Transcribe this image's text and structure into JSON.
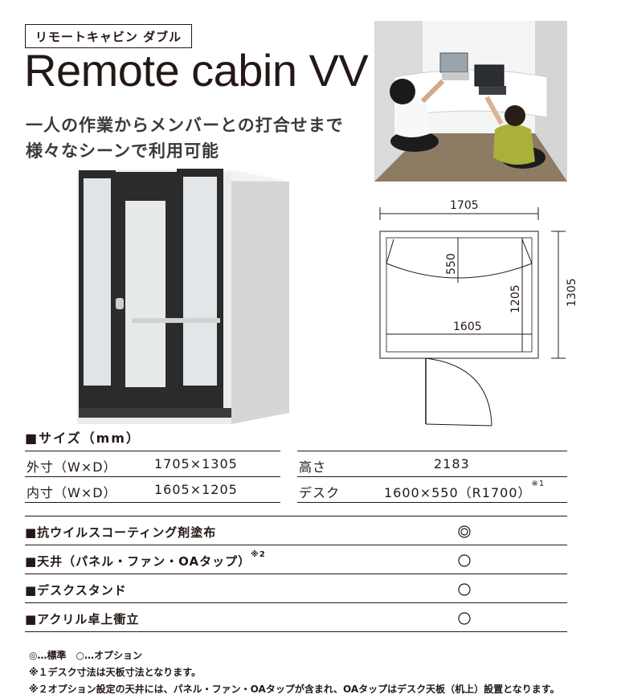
{
  "badge": "リモートキャビン ダブル",
  "title": "Remote cabin VV",
  "subtitle": [
    "一人の作業からメンバーとの打合せまで",
    "様々なシーンで利用可能"
  ],
  "plan": {
    "outer_width": "1705",
    "outer_depth": "1305",
    "inner_width": "1605",
    "inner_depth": "1205",
    "desk_depth": "550"
  },
  "size_section": {
    "heading": "■サイズ（mm）",
    "rows": [
      {
        "label": "外寸（W×D）",
        "value": "1705×1305",
        "label2": "高さ",
        "value2": "2183",
        "note2": ""
      },
      {
        "label": "内寸（W×D）",
        "value": "1605×1205",
        "label2": "デスク",
        "value2": "1600×550（R1700）",
        "note2": "※1"
      }
    ]
  },
  "options": [
    {
      "label": "■抗ウイルスコーティング剤塗布",
      "note": "",
      "mark": "double-circle"
    },
    {
      "label": "■天井（パネル・ファン・OAタップ）",
      "note": "※2",
      "mark": "circle"
    },
    {
      "label": "■デスクスタンド",
      "note": "",
      "mark": "circle"
    },
    {
      "label": "■アクリル卓上衝立",
      "note": "",
      "mark": "circle"
    }
  ],
  "notes": {
    "legend": "◎…標準　○…オプション",
    "note1": "※１デスク寸法は天板寸法となります。",
    "note2": "※２オプション設定の天井には、パネル・ファン・OAタップが含まれ、OAタップはデスク天板（机上）設置となります。"
  },
  "colors": {
    "text": "#231815",
    "frame": "#2a2a2a",
    "panel": "#e6e6e4"
  }
}
